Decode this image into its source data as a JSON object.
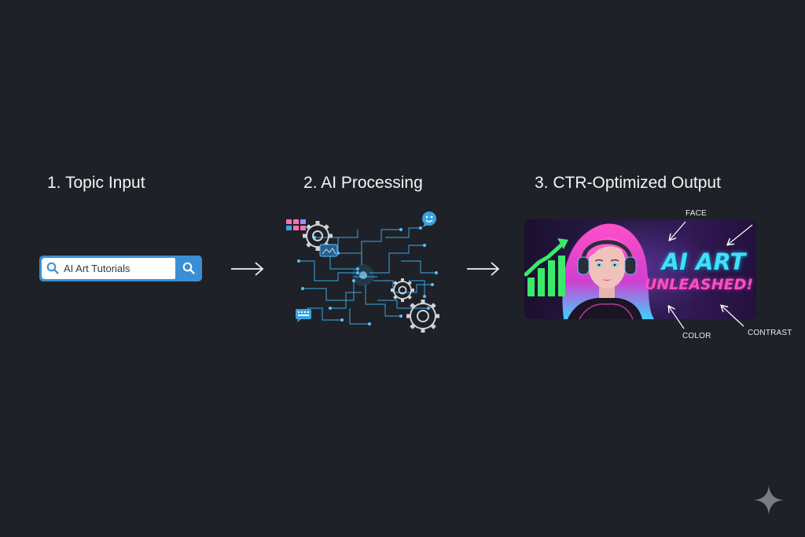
{
  "steps": [
    {
      "title": "1. Topic Input"
    },
    {
      "title": "2. AI Processing"
    },
    {
      "title": "3. CTR-Optimized Output"
    }
  ],
  "search": {
    "value": "AI Art Tutorials"
  },
  "thumbnail": {
    "title": "AI ART",
    "subtitle": "UNLEASHED!"
  },
  "annotations": {
    "face": "FACE",
    "color": "COLOR",
    "contrast": "CONTRAST"
  },
  "colors": {
    "background": "#1e2127",
    "search_accent": "#3a8fd4",
    "circuit": "#3aa3e0",
    "title_cyan": "#3ee0ff",
    "title_pink": "#ff4fc8",
    "chart_green": "#3bea6a"
  }
}
